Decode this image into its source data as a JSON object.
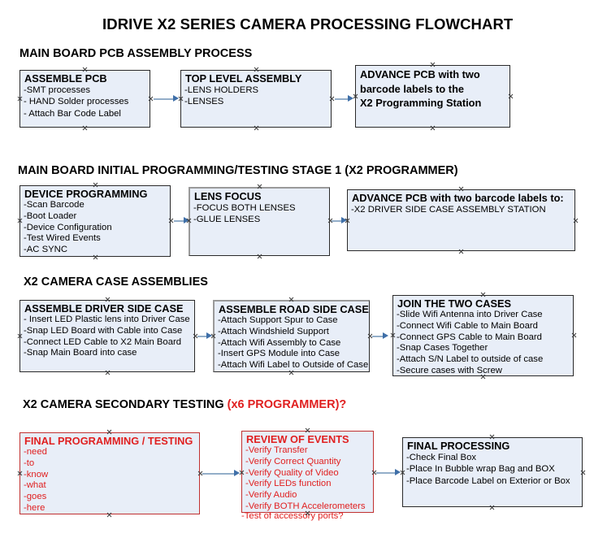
{
  "document": {
    "title": "IDRIVE X2  SERIES CAMERA PROCESSING FLOWCHART",
    "accent_red": "#e02020",
    "box_fill": "#e8eef8",
    "box_border": "#2a2a2a",
    "arrow_color": "#93aec9",
    "arrow_head_color": "#3f6fa8"
  },
  "sections": [
    {
      "id": "main-board-pcb-assembly",
      "heading": "MAIN BOARD PCB ASSEMBLY PROCESS",
      "heading_red_suffix": "",
      "boxes": [
        {
          "id": "assemble-pcb",
          "title": "ASSEMBLE PCB",
          "title_lines": [
            "ASSEMBLE PCB"
          ],
          "lines": [
            "-SMT processes",
            "- HAND Solder processes",
            "- Attach Bar Code Label"
          ],
          "red": false
        },
        {
          "id": "top-level-assembly",
          "title": "TOP LEVEL ASSEMBLY",
          "title_lines": [
            "TOP LEVEL ASSEMBLY"
          ],
          "lines": [
            "-LENS HOLDERS",
            "-LENSES"
          ],
          "red": false
        },
        {
          "id": "advance-pcb-to-programming-station",
          "title": "ADVANCE PCB with two barcode labels to the X2 Programming Station",
          "title_lines": [
            "ADVANCE PCB with two",
            "barcode labels to the",
            " X2 Programming Station"
          ],
          "lines": [],
          "red": false
        }
      ]
    },
    {
      "id": "main-board-initial-programming",
      "heading": "MAIN BOARD INITIAL PROGRAMMING/TESTING STAGE 1 (X2 PROGRAMMER)",
      "heading_red_suffix": "",
      "boxes": [
        {
          "id": "device-programming",
          "title": "DEVICE PROGRAMMING",
          "title_lines": [
            "DEVICE PROGRAMMING"
          ],
          "lines": [
            "-Scan Barcode",
            "-Boot Loader",
            "-Device Configuration",
            "-Test Wired Events",
            "-AC SYNC"
          ],
          "red": false
        },
        {
          "id": "lens-focus",
          "title": "LENS FOCUS",
          "title_lines": [
            "LENS FOCUS"
          ],
          "lines": [
            "-FOCUS BOTH LENSES",
            "-GLUE LENSES"
          ],
          "red": false
        },
        {
          "id": "advance-pcb-to-driver-side-case",
          "title": "ADVANCE PCB with two barcode labels to:",
          "title_lines": [
            "ADVANCE PCB with two barcode labels to:"
          ],
          "lines": [
            "-X2 DRIVER  SIDE  CASE  ASSEMBLY STATION"
          ],
          "red": false
        }
      ]
    },
    {
      "id": "x2-camera-case-assemblies",
      "heading": "X2 CAMERA CASE ASSEMBLIES",
      "heading_red_suffix": "",
      "boxes": [
        {
          "id": "assemble-driver-side-case",
          "title": "ASSEMBLE DRIVER SIDE CASE",
          "title_lines": [
            "ASSEMBLE DRIVER SIDE CASE"
          ],
          "lines": [
            "- Insert LED Plastic lens into Driver Case",
            "-Snap LED Board with Cable into Case",
            "-Connect LED Cable to X2 Main Board",
            "-Snap Main Board into case"
          ],
          "red": false
        },
        {
          "id": "assemble-road-side-case",
          "title": "ASSEMBLE ROAD SIDE CASE",
          "title_lines": [
            "ASSEMBLE ROAD SIDE CASE"
          ],
          "lines": [
            "-Attach Support Spur to Case",
            "-Attach Windshield Support",
            "-Attach Wifi Assembly to Case",
            "-Insert GPS Module into Case",
            "-Attach Wifi Label to Outside of Case"
          ],
          "red": false
        },
        {
          "id": "join-the-two-cases",
          "title": "JOIN THE TWO CASES",
          "title_lines": [
            "JOIN THE TWO CASES"
          ],
          "lines": [
            "-Slide Wifi Antenna into Driver Case",
            "-Connect Wifi Cable to Main Board",
            "-Connect GPS Cable to Main Board",
            "-Snap Cases Together",
            "-Attach S/N Label to outside of case",
            "-Secure cases with Screw"
          ],
          "red": false
        }
      ]
    },
    {
      "id": "x2-camera-secondary-testing",
      "heading": "X2 CAMERA SECONDARY TESTING ",
      "heading_red_suffix": "(x6 PROGRAMMER)?",
      "boxes": [
        {
          "id": "final-programming-testing",
          "title": "FINAL PROGRAMMING / TESTING",
          "title_lines": [
            "FINAL PROGRAMMING / TESTING"
          ],
          "lines": [
            "-need",
            "-to",
            "-know",
            "-what",
            "-goes",
            "-here"
          ],
          "red": true
        },
        {
          "id": "review-of-events",
          "title": "REVIEW OF EVENTS",
          "title_lines": [
            "REVIEW OF EVENTS"
          ],
          "lines": [
            "-Verify Transfer",
            "-Verify Correct Quantity",
            "-Verify Quality of Video",
            "-Verify LEDs function",
            "-Verify Audio",
            "-Verify BOTH Accelerometers"
          ],
          "overflow_line": "-Test of accessory ports?",
          "red": true
        },
        {
          "id": "final-processing",
          "title": "FINAL PROCESSING",
          "title_lines": [
            "FINAL PROCESSING"
          ],
          "lines": [
            "-Check Final Box",
            "-Place In Bubble wrap Bag and BOX",
            "-Place Barcode Label on Exterior or Box"
          ],
          "red": false
        }
      ]
    }
  ]
}
